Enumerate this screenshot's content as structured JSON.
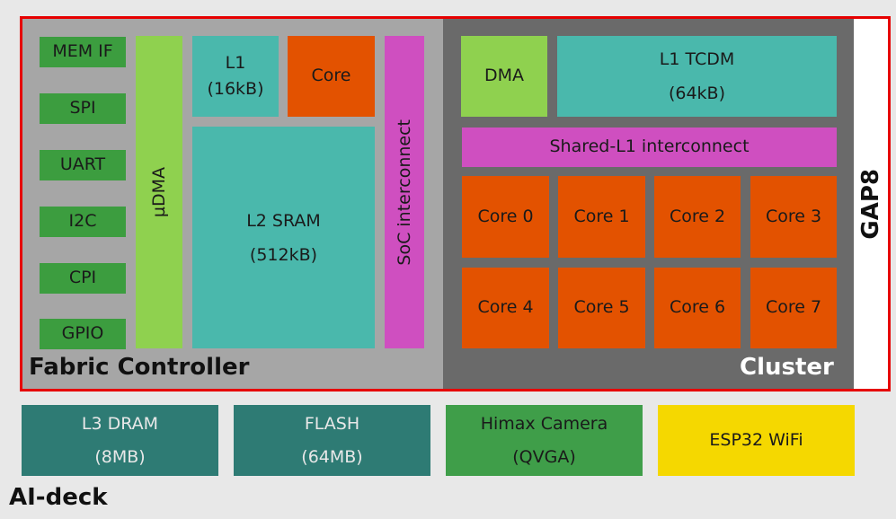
{
  "gap8": {
    "label": "GAP8",
    "fabric": {
      "label": "Fabric Controller",
      "peripherals": [
        "MEM IF",
        "SPI",
        "UART",
        "I2C",
        "CPI",
        "GPIO"
      ],
      "udma": "µDMA",
      "l1": {
        "name": "L1",
        "size": "(16kB)"
      },
      "core": "Core",
      "l2": {
        "name": "L2 SRAM",
        "size": "(512kB)"
      },
      "soc_interconnect": "SoC interconnect"
    },
    "cluster": {
      "label": "Cluster",
      "dma": "DMA",
      "tcdm": {
        "name": "L1 TCDM",
        "size": "(64kB)"
      },
      "interconnect": "Shared-L1 interconnect",
      "cores": [
        "Core 0",
        "Core 1",
        "Core 2",
        "Core 3",
        "Core 4",
        "Core 5",
        "Core 6",
        "Core 7"
      ]
    }
  },
  "deck": {
    "label": "AI-deck",
    "l3": {
      "name": "L3 DRAM",
      "size": "(8MB)"
    },
    "flash": {
      "name": "FLASH",
      "size": "(64MB)"
    },
    "camera": {
      "name": "Himax Camera",
      "size": "(QVGA)"
    },
    "wifi": "ESP32 WiFi"
  },
  "colors": {
    "peripheral": "#3c9d3f",
    "udma": "#8fd14f",
    "memory": "#4ab8ac",
    "core": "#e35200",
    "interconnect": "#cf4fc0",
    "fabric_bg": "#a6a6a6",
    "cluster_bg": "#6a6a6a",
    "deck_memory": "#2e7b74",
    "camera": "#3f9e49",
    "wifi": "#f5d800",
    "gap8_border": "#e60000"
  }
}
